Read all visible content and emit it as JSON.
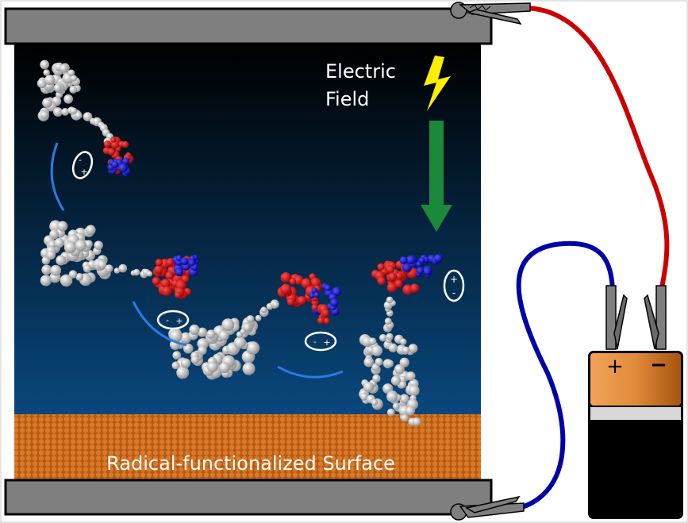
{
  "labels": {
    "field_line1": "Electric",
    "field_line2": "Field",
    "surface": "Radical-functionalized Surface"
  },
  "battery": {
    "positive": "+",
    "negative": "−"
  },
  "dipoles": [
    {
      "sign_a": "-",
      "sign_b": "+"
    },
    {
      "sign_a": "-",
      "sign_b": "+"
    },
    {
      "sign_a": "-",
      "sign_b": "+"
    },
    {
      "sign_a": "+",
      "sign_b": "-"
    }
  ],
  "colors": {
    "plate": "#7f7f7f",
    "chamber_top": "#000000",
    "chamber_bottom": "#0b5494",
    "surface": "#c0661a",
    "field_arrow": "#1a8a3a",
    "lightning": "#ffee00",
    "wire_positive": "#cc0000",
    "wire_negative": "#0000aa",
    "molecule_backbone": "#d8d8d8",
    "molecule_acid": "#dd0000",
    "molecule_base": "#1010cc"
  }
}
